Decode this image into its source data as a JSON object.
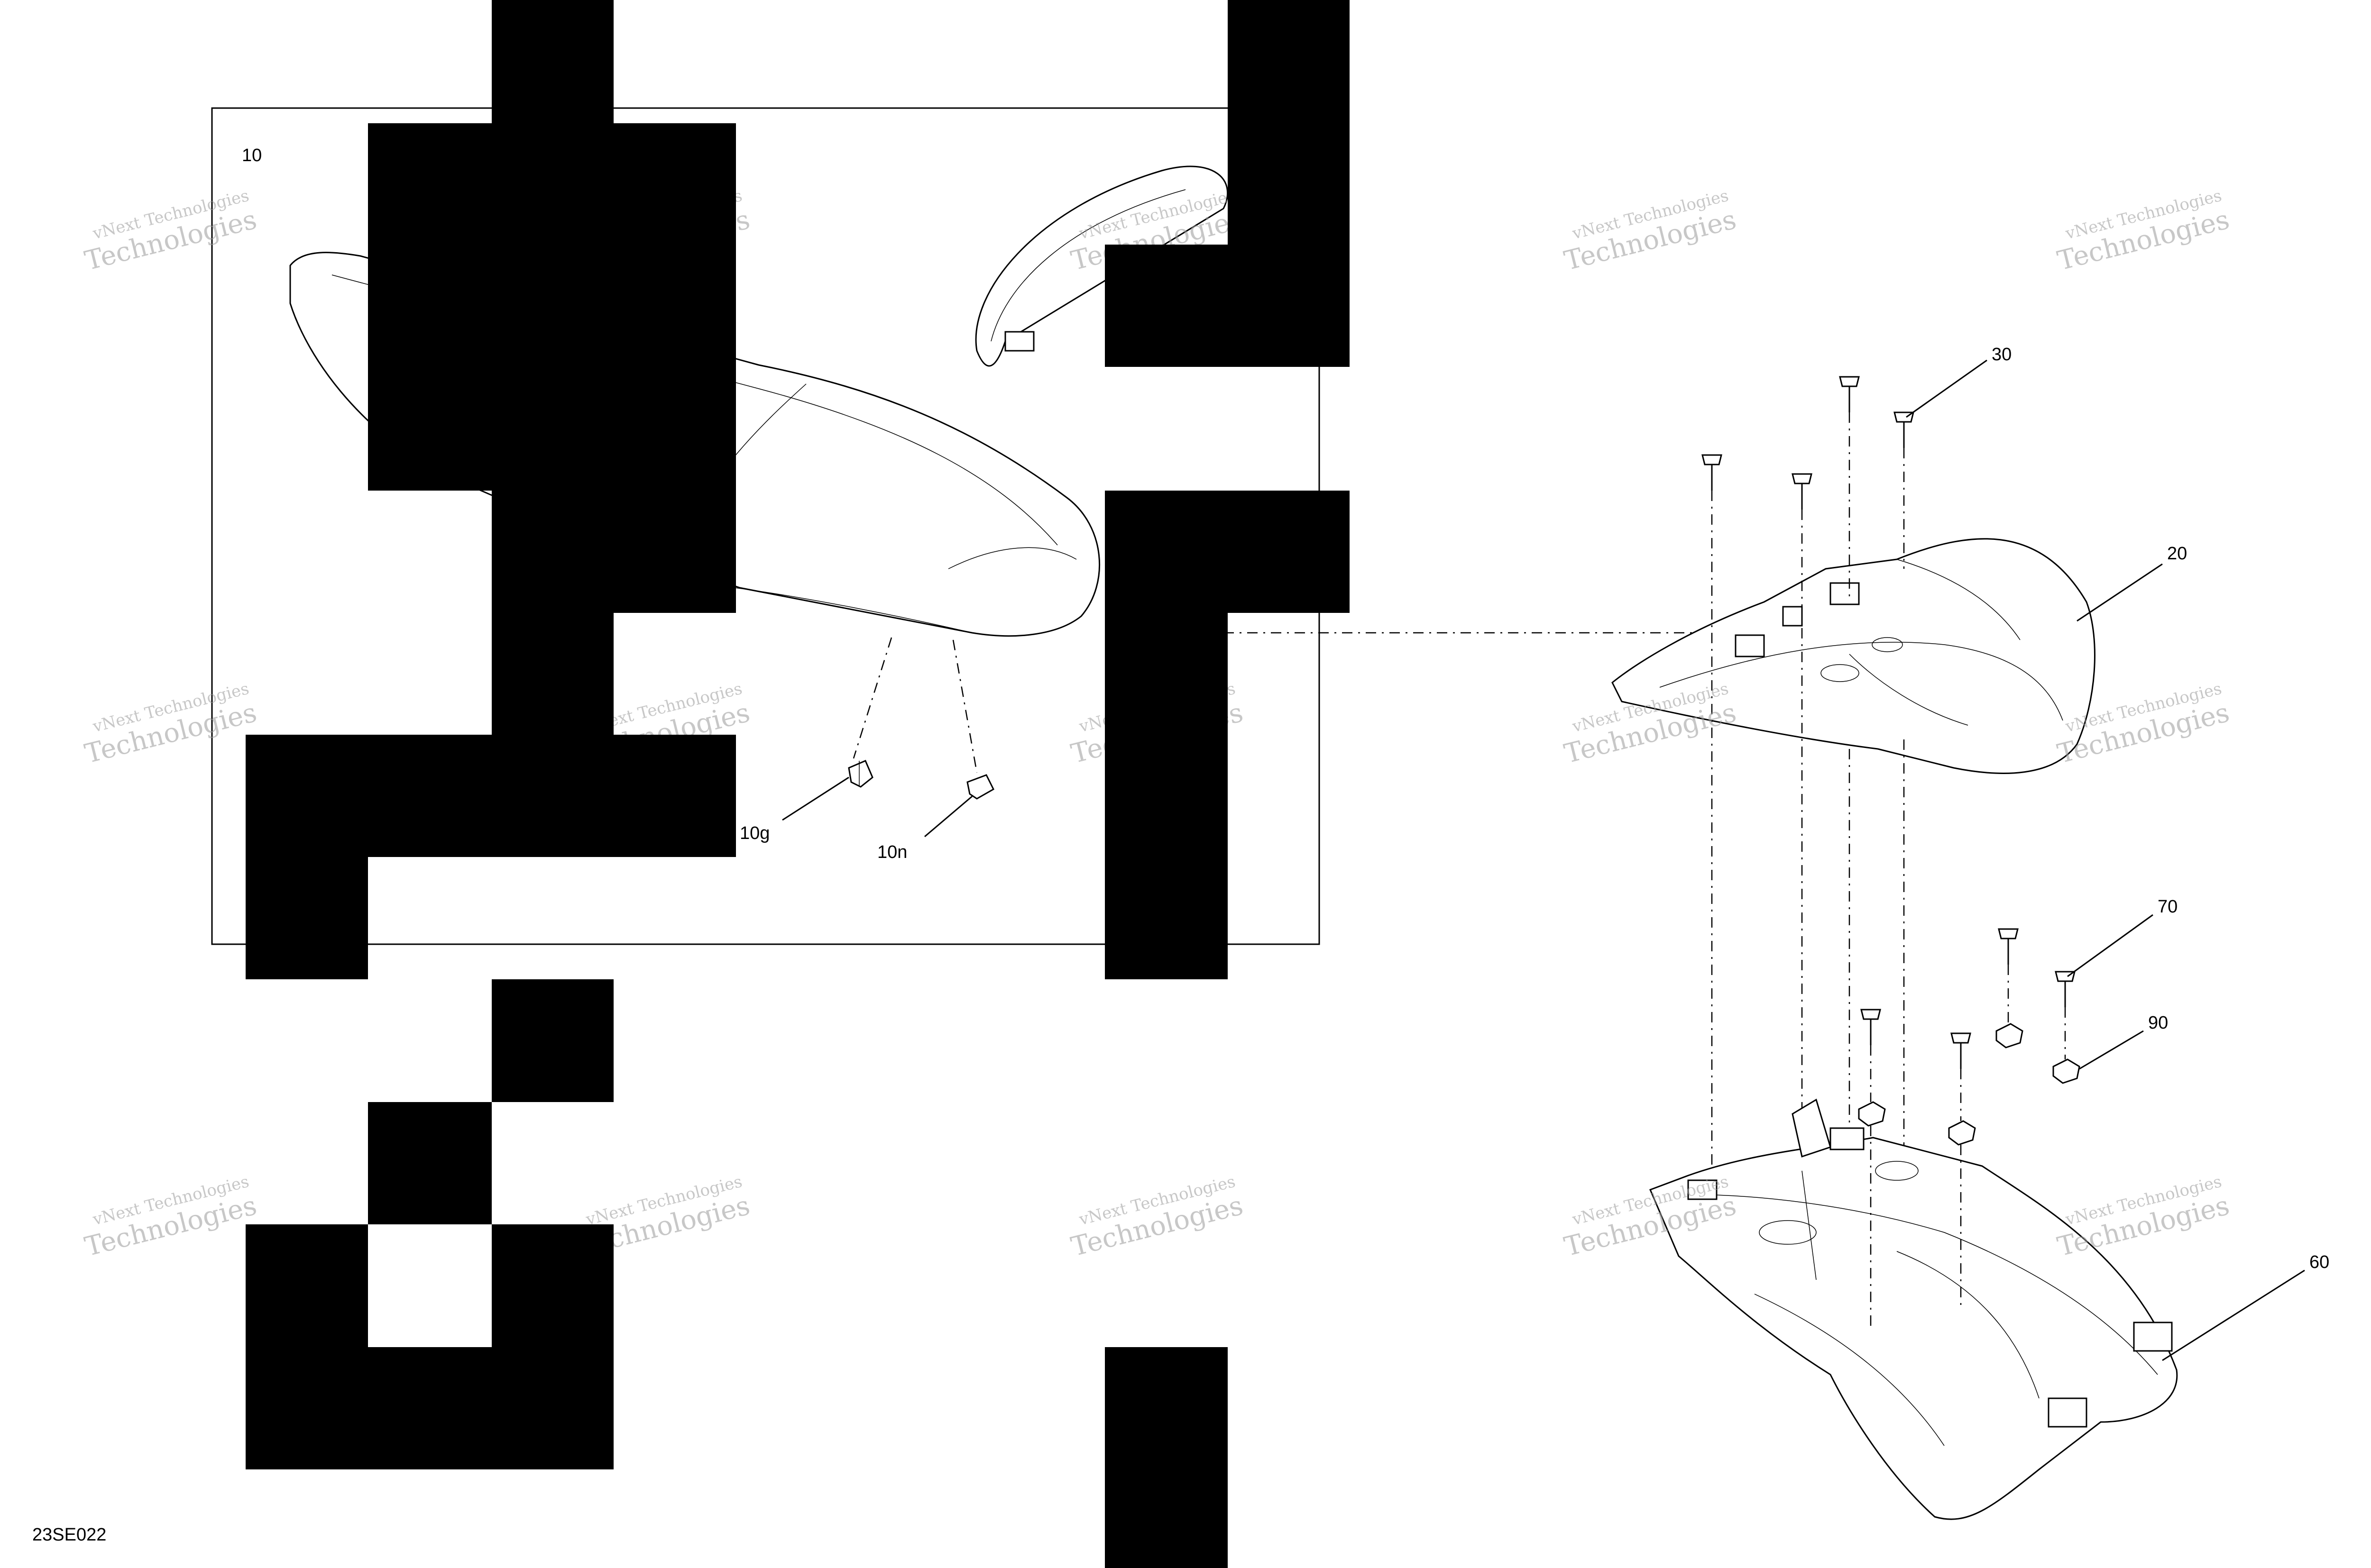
{
  "drawing": {
    "code": "23SE022",
    "watermark": {
      "line1": "vNext Technologies",
      "line2": "Technologies"
    },
    "callouts": {
      "c10": "10",
      "c10g": "10g",
      "c10n": "10n",
      "c20": "20",
      "c30": "30",
      "c60": "60",
      "c70": "70",
      "c90": "90"
    }
  }
}
